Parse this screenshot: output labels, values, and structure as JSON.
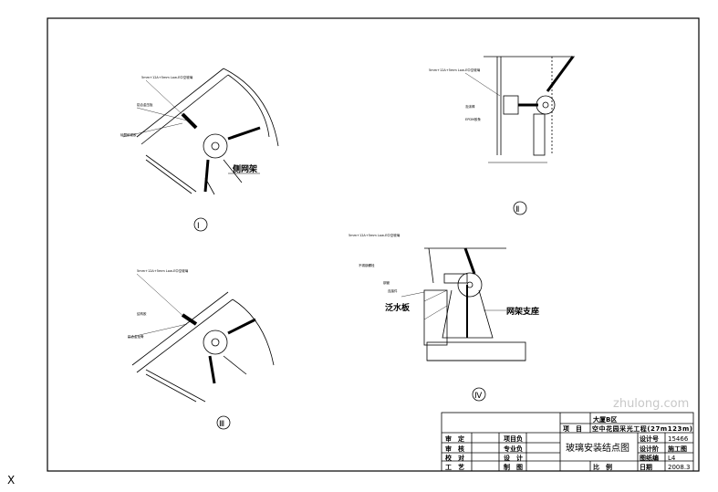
{
  "drawing": {
    "corner_mark": "X",
    "details": [
      {
        "id": "detail-1",
        "number": "Ⅰ",
        "callout": "侧网架"
      },
      {
        "id": "detail-2",
        "number": "Ⅱ"
      },
      {
        "id": "detail-3",
        "number": "Ⅲ"
      },
      {
        "id": "detail-4",
        "number": "Ⅳ",
        "callout_left": "泛水板",
        "callout_right": "网架支座"
      }
    ],
    "small_labels": [
      "5mm+12A+5mm Low-E中空玻璃",
      "铝合金压板",
      "硅酮耐候胶",
      "泡沫棒",
      "结构胶",
      "铝合金龙骨",
      "EPDM胶条",
      "不锈钢螺栓",
      "钢管",
      "连接件"
    ]
  },
  "title_block": {
    "client": "大厦B区",
    "project_label": "项　目",
    "project_value": "空中花园采光工程(27m123m)",
    "drawing_title": "玻璃安装结点图",
    "rows": [
      {
        "a": "审　定",
        "b": "项目负"
      },
      {
        "a": "审　核",
        "b": "专业负"
      },
      {
        "a": "校　对",
        "b": "设　计"
      },
      {
        "a": "工　艺",
        "b": "制　图"
      }
    ],
    "scale_label": "比　例",
    "design_no_label": "设计号",
    "design_no": "15466",
    "stage_label": "设计阶",
    "stage": "施工图",
    "sheet_no_label": "图纸编",
    "sheet_no": "L4",
    "date_label": "日期",
    "date": "2008.3"
  },
  "watermark": "zhulong.com"
}
